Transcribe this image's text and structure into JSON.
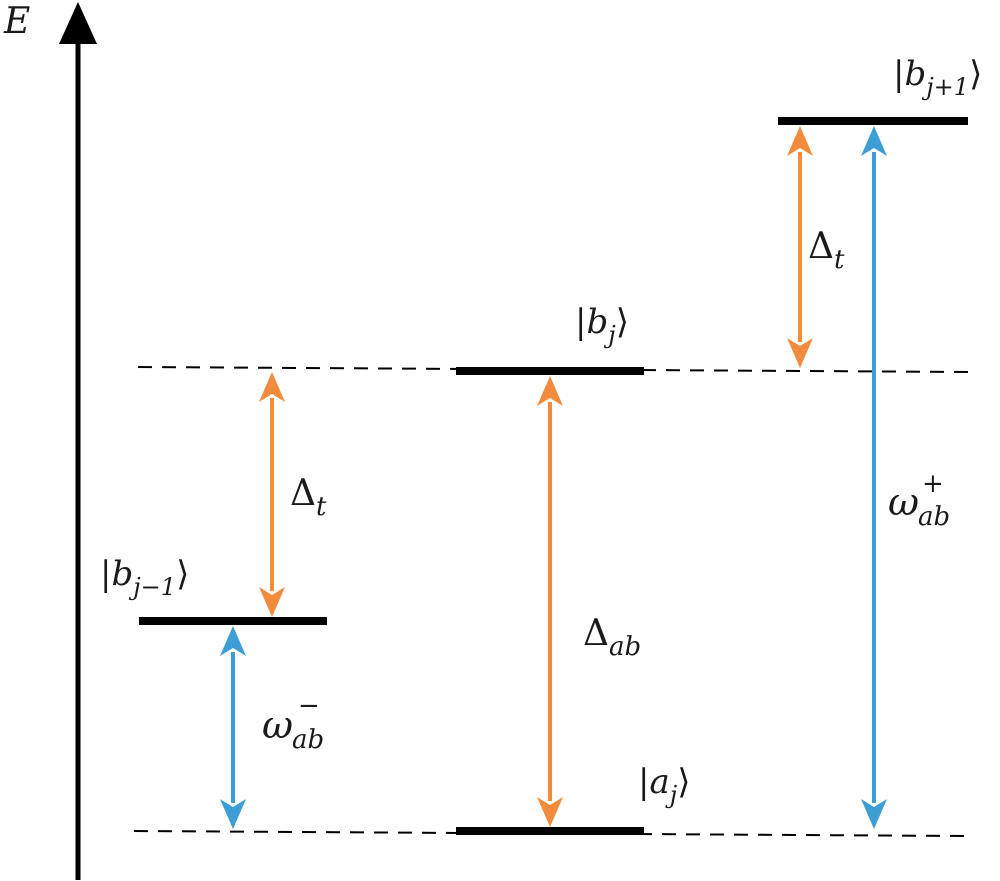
{
  "axis": {
    "label": "E"
  },
  "states": {
    "b_jp1": {
      "ket_open": "|",
      "sym": "b",
      "sub": "j+1",
      "ket_close": "⟩"
    },
    "b_j": {
      "ket_open": "|",
      "sym": "b",
      "sub": "j",
      "ket_close": "⟩"
    },
    "b_jm1": {
      "ket_open": "|",
      "sym": "b",
      "sub": "j−1",
      "ket_close": "⟩"
    },
    "a_j": {
      "ket_open": "|",
      "sym": "a",
      "sub": "j",
      "ket_close": "⟩"
    }
  },
  "transitions": {
    "delta_t_upper": {
      "sym": "Δ",
      "sub": "t"
    },
    "delta_t_lower": {
      "sym": "Δ",
      "sub": "t"
    },
    "delta_ab": {
      "sym": "Δ",
      "sub": "ab"
    },
    "omega_plus": {
      "sym": "ω",
      "sup": "+",
      "sub": "ab"
    },
    "omega_minus": {
      "sym": "ω",
      "sup": "−",
      "sub": "ab"
    }
  },
  "colors": {
    "level": "#000000",
    "orange_arrow": "#f28c3c",
    "blue_arrow": "#3d9ed6"
  }
}
